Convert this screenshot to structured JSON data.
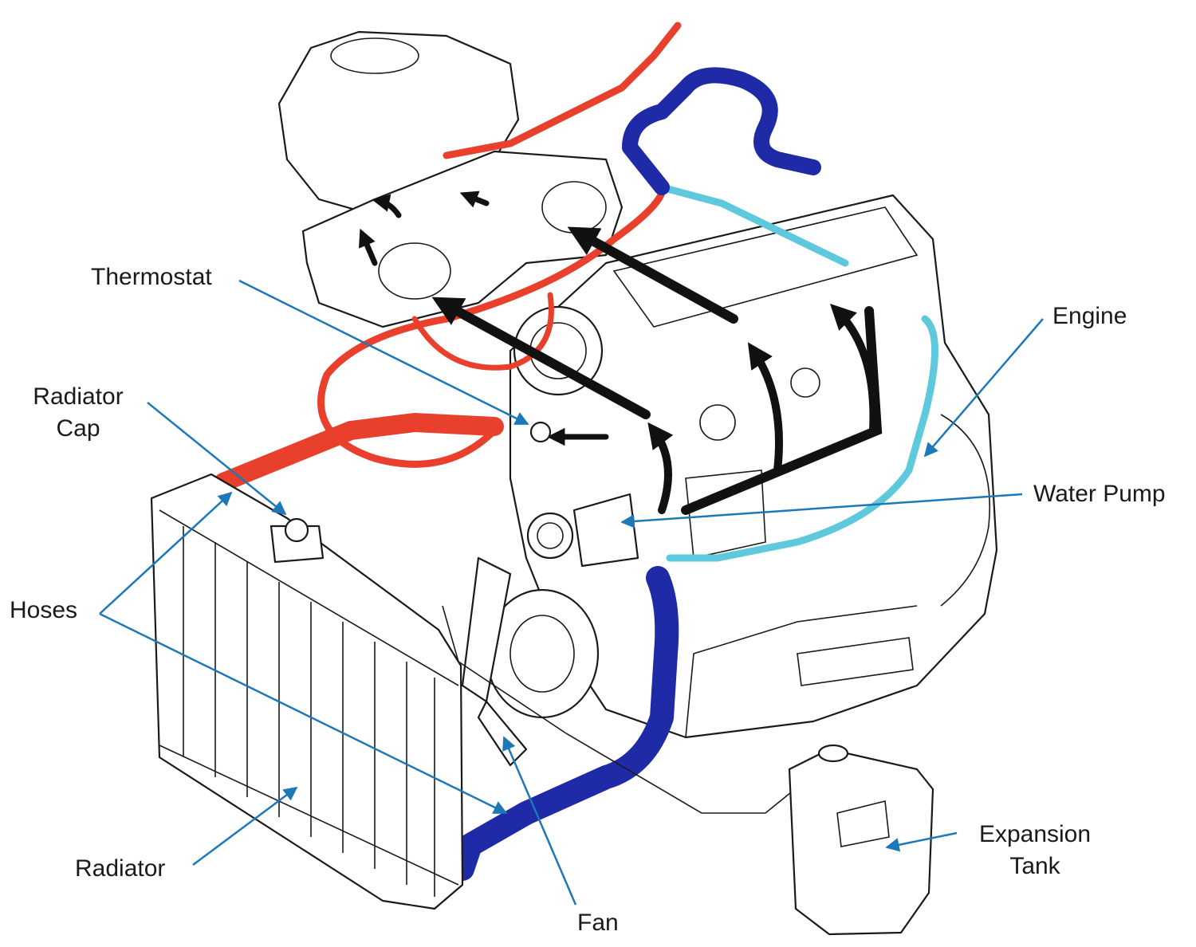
{
  "labels": {
    "thermostat": "Thermostat",
    "radiator_cap_line1": "Radiator",
    "radiator_cap_line2": "Cap",
    "engine": "Engine",
    "water_pump": "Water Pump",
    "hoses": "Hoses",
    "radiator": "Radiator",
    "fan": "Fan",
    "expansion_tank_line1": "Expansion",
    "expansion_tank_line2": "Tank"
  },
  "colors": {
    "hot_coolant": "#e8402c",
    "cold_coolant": "#1f2aa6",
    "return_line": "#5ec8dc",
    "leader_lines": "#1d78b8",
    "flow_arrows": "#111111"
  }
}
